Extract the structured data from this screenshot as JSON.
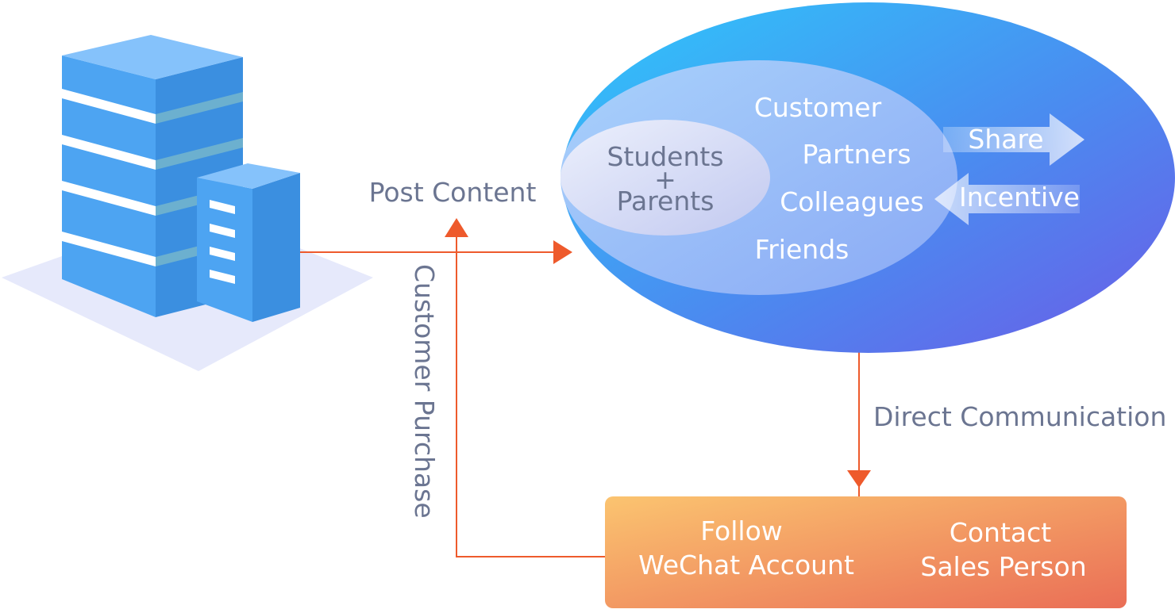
{
  "labels": {
    "post_content": "Post Content",
    "customer_purchase": "Customer Purchase",
    "direct_communication": "Direct Communication"
  },
  "circle": {
    "inner_group": [
      "Students",
      "+",
      "Parents"
    ],
    "audience": [
      "Customer",
      "Partners",
      "Colleagues",
      "Friends"
    ],
    "share": "Share",
    "incentive": "Incentive"
  },
  "action_box": {
    "follow": [
      "Follow",
      "WeChat Account"
    ],
    "contact": [
      "Contact",
      "Sales Person"
    ]
  },
  "colors": {
    "arrow": "#ee5a2c",
    "gray_text": "#6b7591",
    "circle_start": "#2ec8fb",
    "circle_end": "#6b5ce7",
    "box_start": "#fbc470",
    "box_end": "#ea6e56",
    "building": "#4da4f2"
  },
  "icons": [
    "building-icon"
  ]
}
